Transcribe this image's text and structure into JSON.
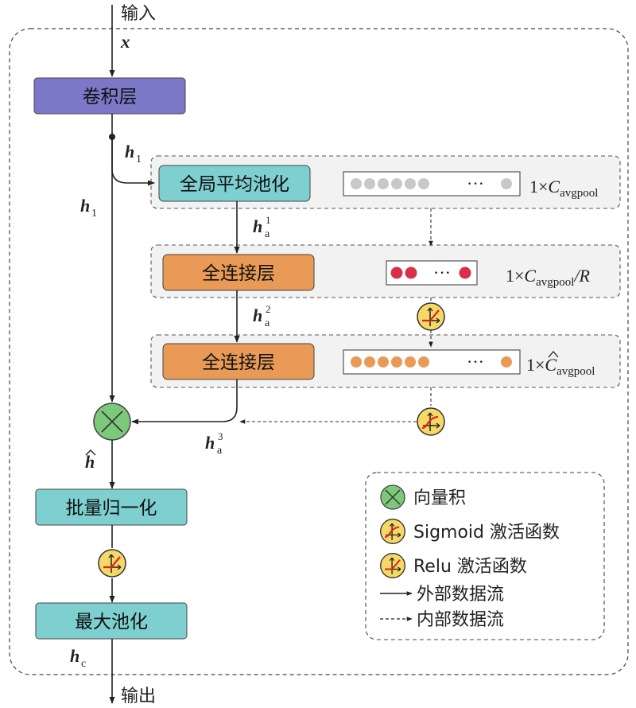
{
  "input_label": "输入",
  "output_label": "输出",
  "symbols": {
    "x": "x",
    "h": "h",
    "h_sub1": "1",
    "h_a": "a",
    "sup1": "1",
    "sup2": "2",
    "sup3": "3",
    "h_sub_c": "c",
    "h_hat": "h"
  },
  "blocks": {
    "conv": "卷积层",
    "gap": "全局平均池化",
    "fc1": "全连接层",
    "fc2": "全连接层",
    "bn": "批量归一化",
    "maxpool": "最大池化"
  },
  "dims": {
    "gap_prefix": "1×",
    "gap_C": "C",
    "gap_sub": "avgpool",
    "fc1_prefix": "1×",
    "fc1_C": "C",
    "fc1_sub": "avgpool",
    "fc1_suffix": "/R",
    "fc2_prefix": "1×",
    "fc2_C": "C",
    "fc2_sub": "avgpool"
  },
  "vector_ellipsis": "···",
  "legend": {
    "product": "向量积",
    "sigmoid": "Sigmoid 激活函数",
    "relu": "Relu 激活函数",
    "outer_flow": "外部数据流",
    "inner_flow": "内部数据流"
  },
  "colors": {
    "conv_fill": "#7b78c8",
    "teal_fill": "#7ecfcf",
    "orange_fill": "#e89a56",
    "product_fill": "#7dc97a",
    "activation_fill": "#f5d866",
    "gray_dot": "#c8c8c8",
    "red_dot": "#d9304a",
    "orange_dot": "#e89a56",
    "panel_fill": "#f2f2f2"
  },
  "icons": {
    "product": "circled-times-icon",
    "sigmoid": "sigmoid-activation-icon",
    "relu": "relu-activation-icon"
  }
}
